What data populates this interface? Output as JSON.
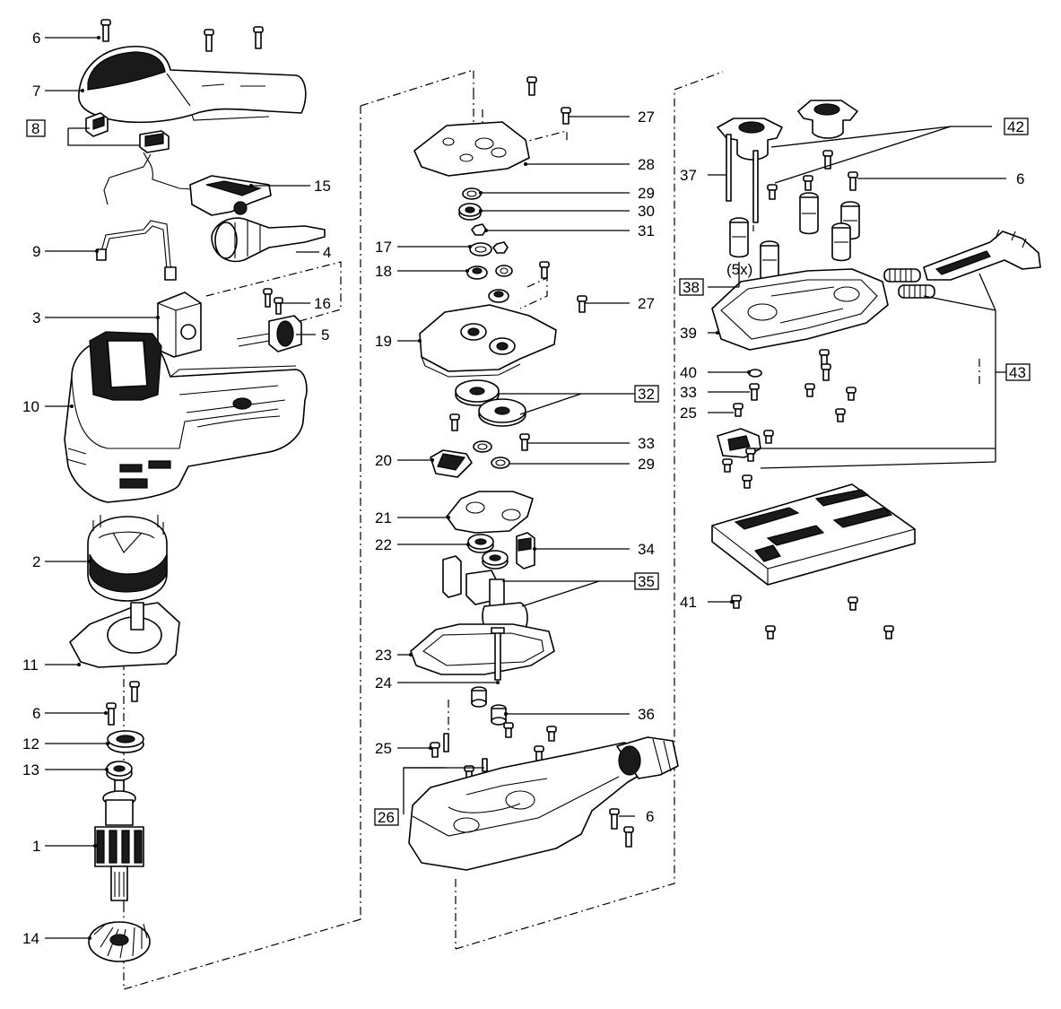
{
  "callouts": {
    "c1": "1",
    "c2": "2",
    "c3": "3",
    "c4": "4",
    "c5": "5",
    "c6a": "6",
    "c6b": "6",
    "c6c": "6",
    "c6d": "6",
    "c7": "7",
    "c8": "8",
    "c9": "9",
    "c10": "10",
    "c11": "11",
    "c12": "12",
    "c13": "13",
    "c14": "14",
    "c15": "15",
    "c16": "16",
    "c17": "17",
    "c18": "18",
    "c19": "19",
    "c20": "20",
    "c21": "21",
    "c22": "22",
    "c23": "23",
    "c24": "24",
    "c25a": "25",
    "c25b": "25",
    "c26": "26",
    "c27a": "27",
    "c27b": "27",
    "c28": "28",
    "c29a": "29",
    "c29b": "29",
    "c30": "30",
    "c31": "31",
    "c32": "32",
    "c33a": "33",
    "c33b": "33",
    "c34": "34",
    "c35": "35",
    "c36": "36",
    "c37": "37",
    "c38": "38",
    "c39": "39",
    "c40": "40",
    "c41": "41",
    "c42": "42",
    "c43": "43"
  },
  "quantity_note": "(5x)"
}
